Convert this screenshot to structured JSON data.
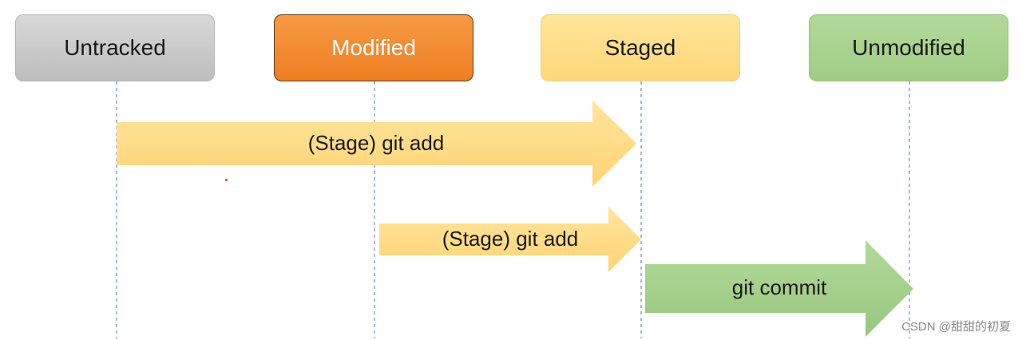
{
  "states": {
    "untracked": "Untracked",
    "modified": "Modified",
    "staged": "Staged",
    "unmodified": "Unmodified"
  },
  "transitions": [
    {
      "from": "Untracked",
      "to": "Staged",
      "label": "(Stage) git add"
    },
    {
      "from": "Modified",
      "to": "Staged",
      "label": "(Stage) git add"
    },
    {
      "from": "Staged",
      "to": "Unmodified",
      "label": "git commit"
    }
  ],
  "colors": {
    "untracked": "#c8c8c8",
    "modified": "#f28a2e",
    "staged": "#ffdd85",
    "unmodified": "#a6d08b",
    "stage_arrow": "#ffd97a",
    "commit_arrow": "#a6d08b",
    "guide_line": "#6f8fc8"
  },
  "watermark": "CSDN @甜甜的初夏"
}
